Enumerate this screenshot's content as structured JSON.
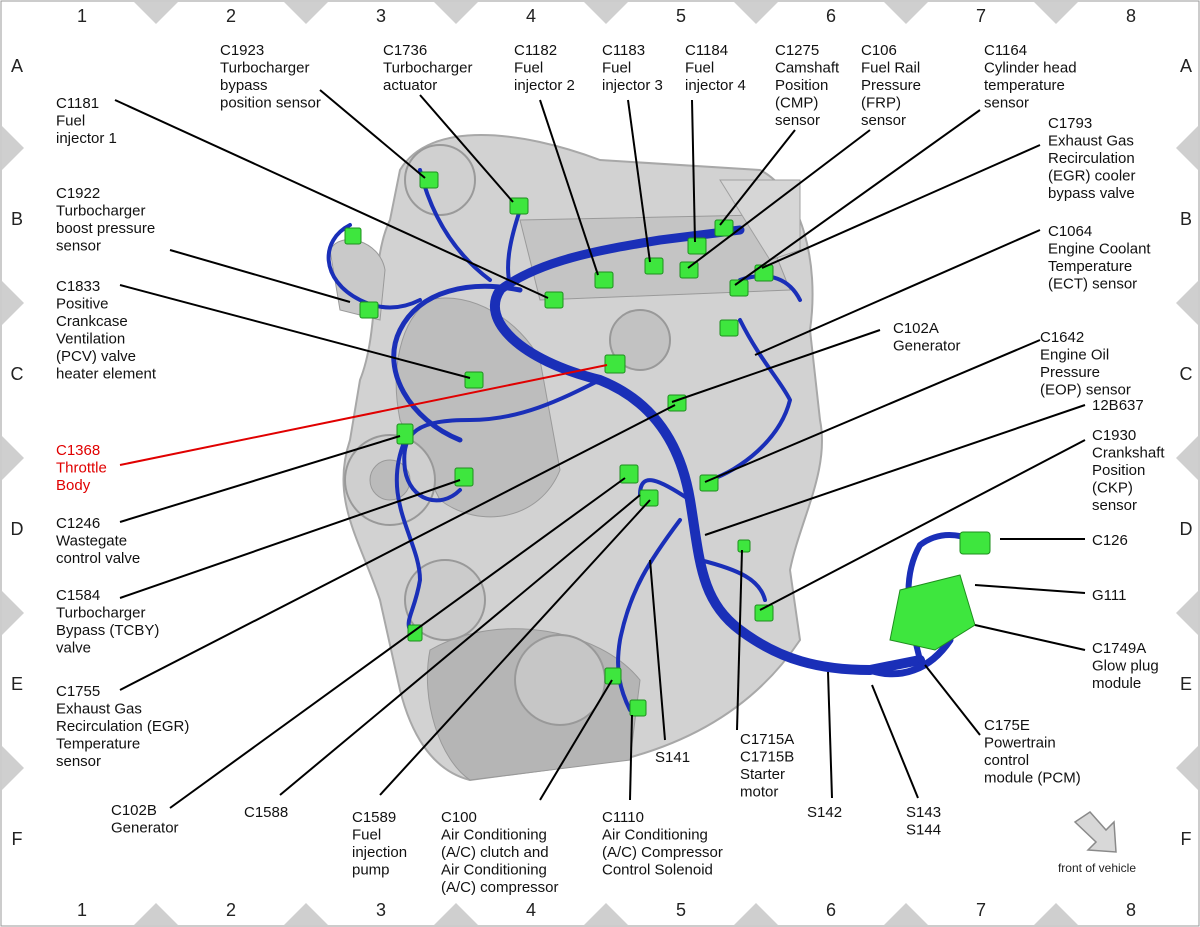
{
  "grid": {
    "columns": [
      "1",
      "2",
      "3",
      "4",
      "5",
      "6",
      "7",
      "8"
    ],
    "rows": [
      "A",
      "B",
      "C",
      "D",
      "E",
      "F"
    ]
  },
  "callouts": [
    {
      "id": "c1181",
      "lines": [
        "C1181",
        "Fuel",
        "injector 1"
      ]
    },
    {
      "id": "c1923",
      "lines": [
        "C1923",
        "Turbocharger",
        "bypass",
        "position sensor"
      ]
    },
    {
      "id": "c1736",
      "lines": [
        "C1736",
        "Turbocharger",
        "actuator"
      ]
    },
    {
      "id": "c1182",
      "lines": [
        "C1182",
        "Fuel",
        "injector 2"
      ]
    },
    {
      "id": "c1183",
      "lines": [
        "C1183",
        "Fuel",
        "injector 3"
      ]
    },
    {
      "id": "c1184",
      "lines": [
        "C1184",
        "Fuel",
        "injector 4"
      ]
    },
    {
      "id": "c1275",
      "lines": [
        "C1275",
        "Camshaft",
        "Position",
        "(CMP)",
        "sensor"
      ]
    },
    {
      "id": "c106",
      "lines": [
        "C106",
        "Fuel Rail",
        "Pressure",
        "(FRP)",
        "sensor"
      ]
    },
    {
      "id": "c1164",
      "lines": [
        "C1164",
        "Cylinder head",
        "temperature",
        "sensor"
      ]
    },
    {
      "id": "c1793",
      "lines": [
        "C1793",
        "Exhaust Gas",
        "Recirculation",
        "(EGR) cooler",
        "bypass valve"
      ]
    },
    {
      "id": "c1922",
      "lines": [
        "C1922",
        "Turbocharger",
        "boost pressure",
        "sensor"
      ]
    },
    {
      "id": "c1064",
      "lines": [
        "C1064",
        "Engine Coolant",
        "Temperature",
        "(ECT) sensor"
      ]
    },
    {
      "id": "c1833",
      "lines": [
        "C1833",
        "Positive",
        "Crankcase",
        "Ventilation",
        "(PCV) valve",
        "heater element"
      ]
    },
    {
      "id": "c102a",
      "lines": [
        "C102A",
        "Generator"
      ]
    },
    {
      "id": "c1642",
      "lines": [
        "C1642",
        "Engine Oil",
        "Pressure",
        "(EOP) sensor"
      ]
    },
    {
      "id": "c1368",
      "lines": [
        "C1368",
        "Throttle",
        "Body"
      ],
      "highlight": true
    },
    {
      "id": "s12b637",
      "lines": [
        "12B637"
      ]
    },
    {
      "id": "c1930",
      "lines": [
        "C1930",
        "Crankshaft",
        "Position",
        "(CKP)",
        "sensor"
      ]
    },
    {
      "id": "c1246",
      "lines": [
        "C1246",
        "Wastegate",
        "control valve"
      ]
    },
    {
      "id": "c126",
      "lines": [
        "C126"
      ]
    },
    {
      "id": "c1584",
      "lines": [
        "C1584",
        "Turbocharger",
        "Bypass (TCBY)",
        "valve"
      ]
    },
    {
      "id": "g111",
      "lines": [
        "G111"
      ]
    },
    {
      "id": "c1749a",
      "lines": [
        "C1749A",
        "Glow plug",
        "module"
      ]
    },
    {
      "id": "c1755",
      "lines": [
        "C1755",
        "Exhaust Gas",
        "Recirculation (EGR)",
        "Temperature",
        "sensor"
      ]
    },
    {
      "id": "c175e",
      "lines": [
        "C175E",
        "Powertrain",
        "control",
        "module (PCM)"
      ]
    },
    {
      "id": "c1715",
      "lines": [
        "C1715A",
        "C1715B",
        "Starter",
        "motor"
      ]
    },
    {
      "id": "s141",
      "lines": [
        "S141"
      ]
    },
    {
      "id": "c102b",
      "lines": [
        "C102B",
        "Generator"
      ]
    },
    {
      "id": "c1588",
      "lines": [
        "C1588"
      ]
    },
    {
      "id": "c1589",
      "lines": [
        "C1589",
        "Fuel",
        "injection",
        "pump"
      ]
    },
    {
      "id": "c100",
      "lines": [
        "C100",
        "Air Conditioning",
        "(A/C) clutch and",
        "Air Conditioning",
        "(A/C) compressor"
      ]
    },
    {
      "id": "c1110",
      "lines": [
        "C1110",
        "Air Conditioning",
        "(A/C) Compressor",
        "Control Solenoid"
      ]
    },
    {
      "id": "s142",
      "lines": [
        "S142"
      ]
    },
    {
      "id": "s143",
      "lines": [
        "S143",
        "S144"
      ]
    }
  ],
  "orientation": {
    "label": "front of vehicle"
  },
  "colors": {
    "harness": "#1a2fb8",
    "connector": "#3ee63e",
    "highlight": "#e00000",
    "engine": "#c9c9c9"
  }
}
